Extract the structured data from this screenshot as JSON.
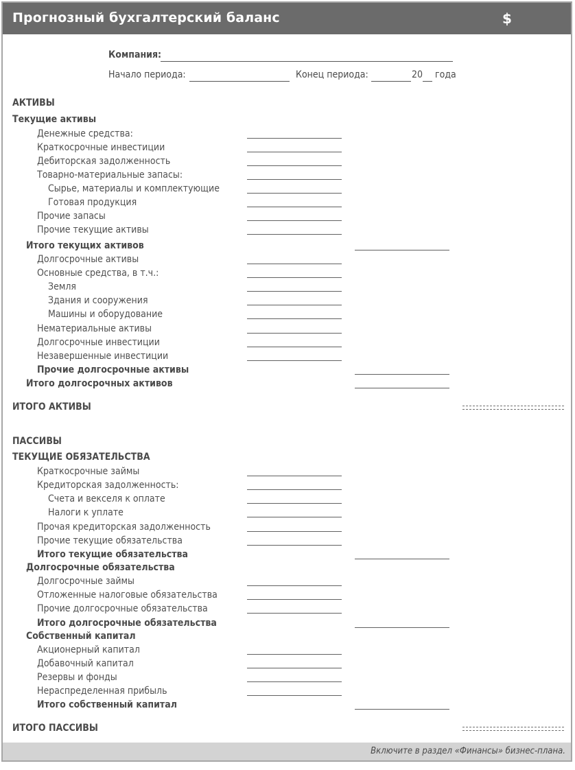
{
  "header": {
    "title": "Прогнозный бухгалтерский баланс",
    "currency_symbol": "$"
  },
  "form": {
    "company_label": "Компания:",
    "period_start_label": "Начало периода:",
    "period_end_label": "Конец периода:",
    "year_prefix": "20",
    "year_suffix": "года"
  },
  "assets": {
    "heading": "АКТИВЫ",
    "current_heading": "Текущие активы",
    "rows": [
      "Денежные средства:",
      "Краткосрочные инвестиции",
      "Дебиторская задолженность",
      "Товарно-материальные запасы:",
      "Сырье, материалы и комплектующие",
      "Готовая продукция",
      "Прочие запасы",
      "Прочие текущие активы",
      "Итого текущих активов",
      "Долгосрочные активы",
      "Основные средства, в т.ч.:",
      "Земля",
      "Здания и сооружения",
      "Машины и оборудование",
      "Нематериальные активы",
      "Долгосрочные инвестиции",
      "Незавершенные инвестиции",
      "Прочие долгосрочные активы",
      "Итого долгосрочных активов"
    ],
    "total": "ИТОГО АКТИВЫ"
  },
  "liabilities": {
    "heading": "ПАССИВЫ",
    "current_heading": "ТЕКУЩИЕ ОБЯЗАТЕЛЬСТВА",
    "rows": [
      "Краткосрочные займы",
      "Кредиторская задолженность:",
      "Счета и векселя к оплате",
      "Налоги к уплате",
      "Прочая кредиторская задолженность",
      "Прочие текущие обязательства",
      "Итого текущие обязательства",
      "Долгосрочные обязательства",
      "Долгосрочные займы",
      "Отложенные налоговые обязательства",
      "Прочие долгосрочные обязательства",
      "Итого долгосрочные обязательства",
      "Собственный капитал",
      "Акционерный капитал",
      "Добавочный капитал",
      "Резервы и фонды",
      "Нераспределенная прибыль",
      "Итого собственный капитал"
    ],
    "total": "ИТОГО ПАССИВЫ"
  },
  "footer": {
    "note": "Включите в раздел «Финансы» бизнес-плана."
  }
}
